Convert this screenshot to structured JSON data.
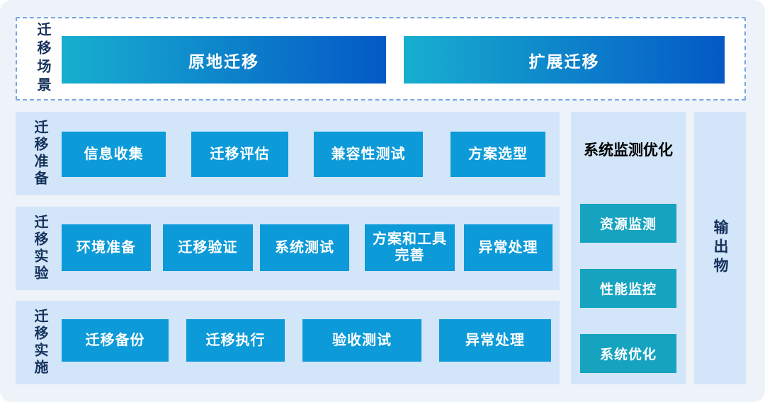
{
  "colors": {
    "page_bg": "#eef2f9",
    "panel_bg": "#d2e5f9",
    "node_blue": "#0c9ad9",
    "teal": "#16a3bf",
    "gradient_start": "#17afcf",
    "gradient_end": "#0459c6",
    "dashed_border": "#73a7e6",
    "navy_text": "#16325c",
    "title_black": "#000000"
  },
  "scenario": {
    "label": "迁移场景",
    "buttons": [
      {
        "label": "原地迁移"
      },
      {
        "label": "扩展迁移"
      }
    ]
  },
  "rows": [
    {
      "label": "迁移准备",
      "buttons": [
        "信息收集",
        "迁移评估",
        "兼容性测试",
        "方案选型"
      ]
    },
    {
      "label": "迁移实验",
      "buttons": [
        "环境准备",
        "迁移验证",
        "系统测试",
        "方案和工具完善",
        "异常处理"
      ]
    },
    {
      "label": "迁移实施",
      "buttons": [
        "迁移备份",
        "迁移执行",
        "验收测试",
        "异常处理"
      ]
    }
  ],
  "monitor": {
    "title": "系统监测优化",
    "buttons": [
      "资源监测",
      "性能监控",
      "系统优化"
    ]
  },
  "output": {
    "label": "输出物"
  }
}
